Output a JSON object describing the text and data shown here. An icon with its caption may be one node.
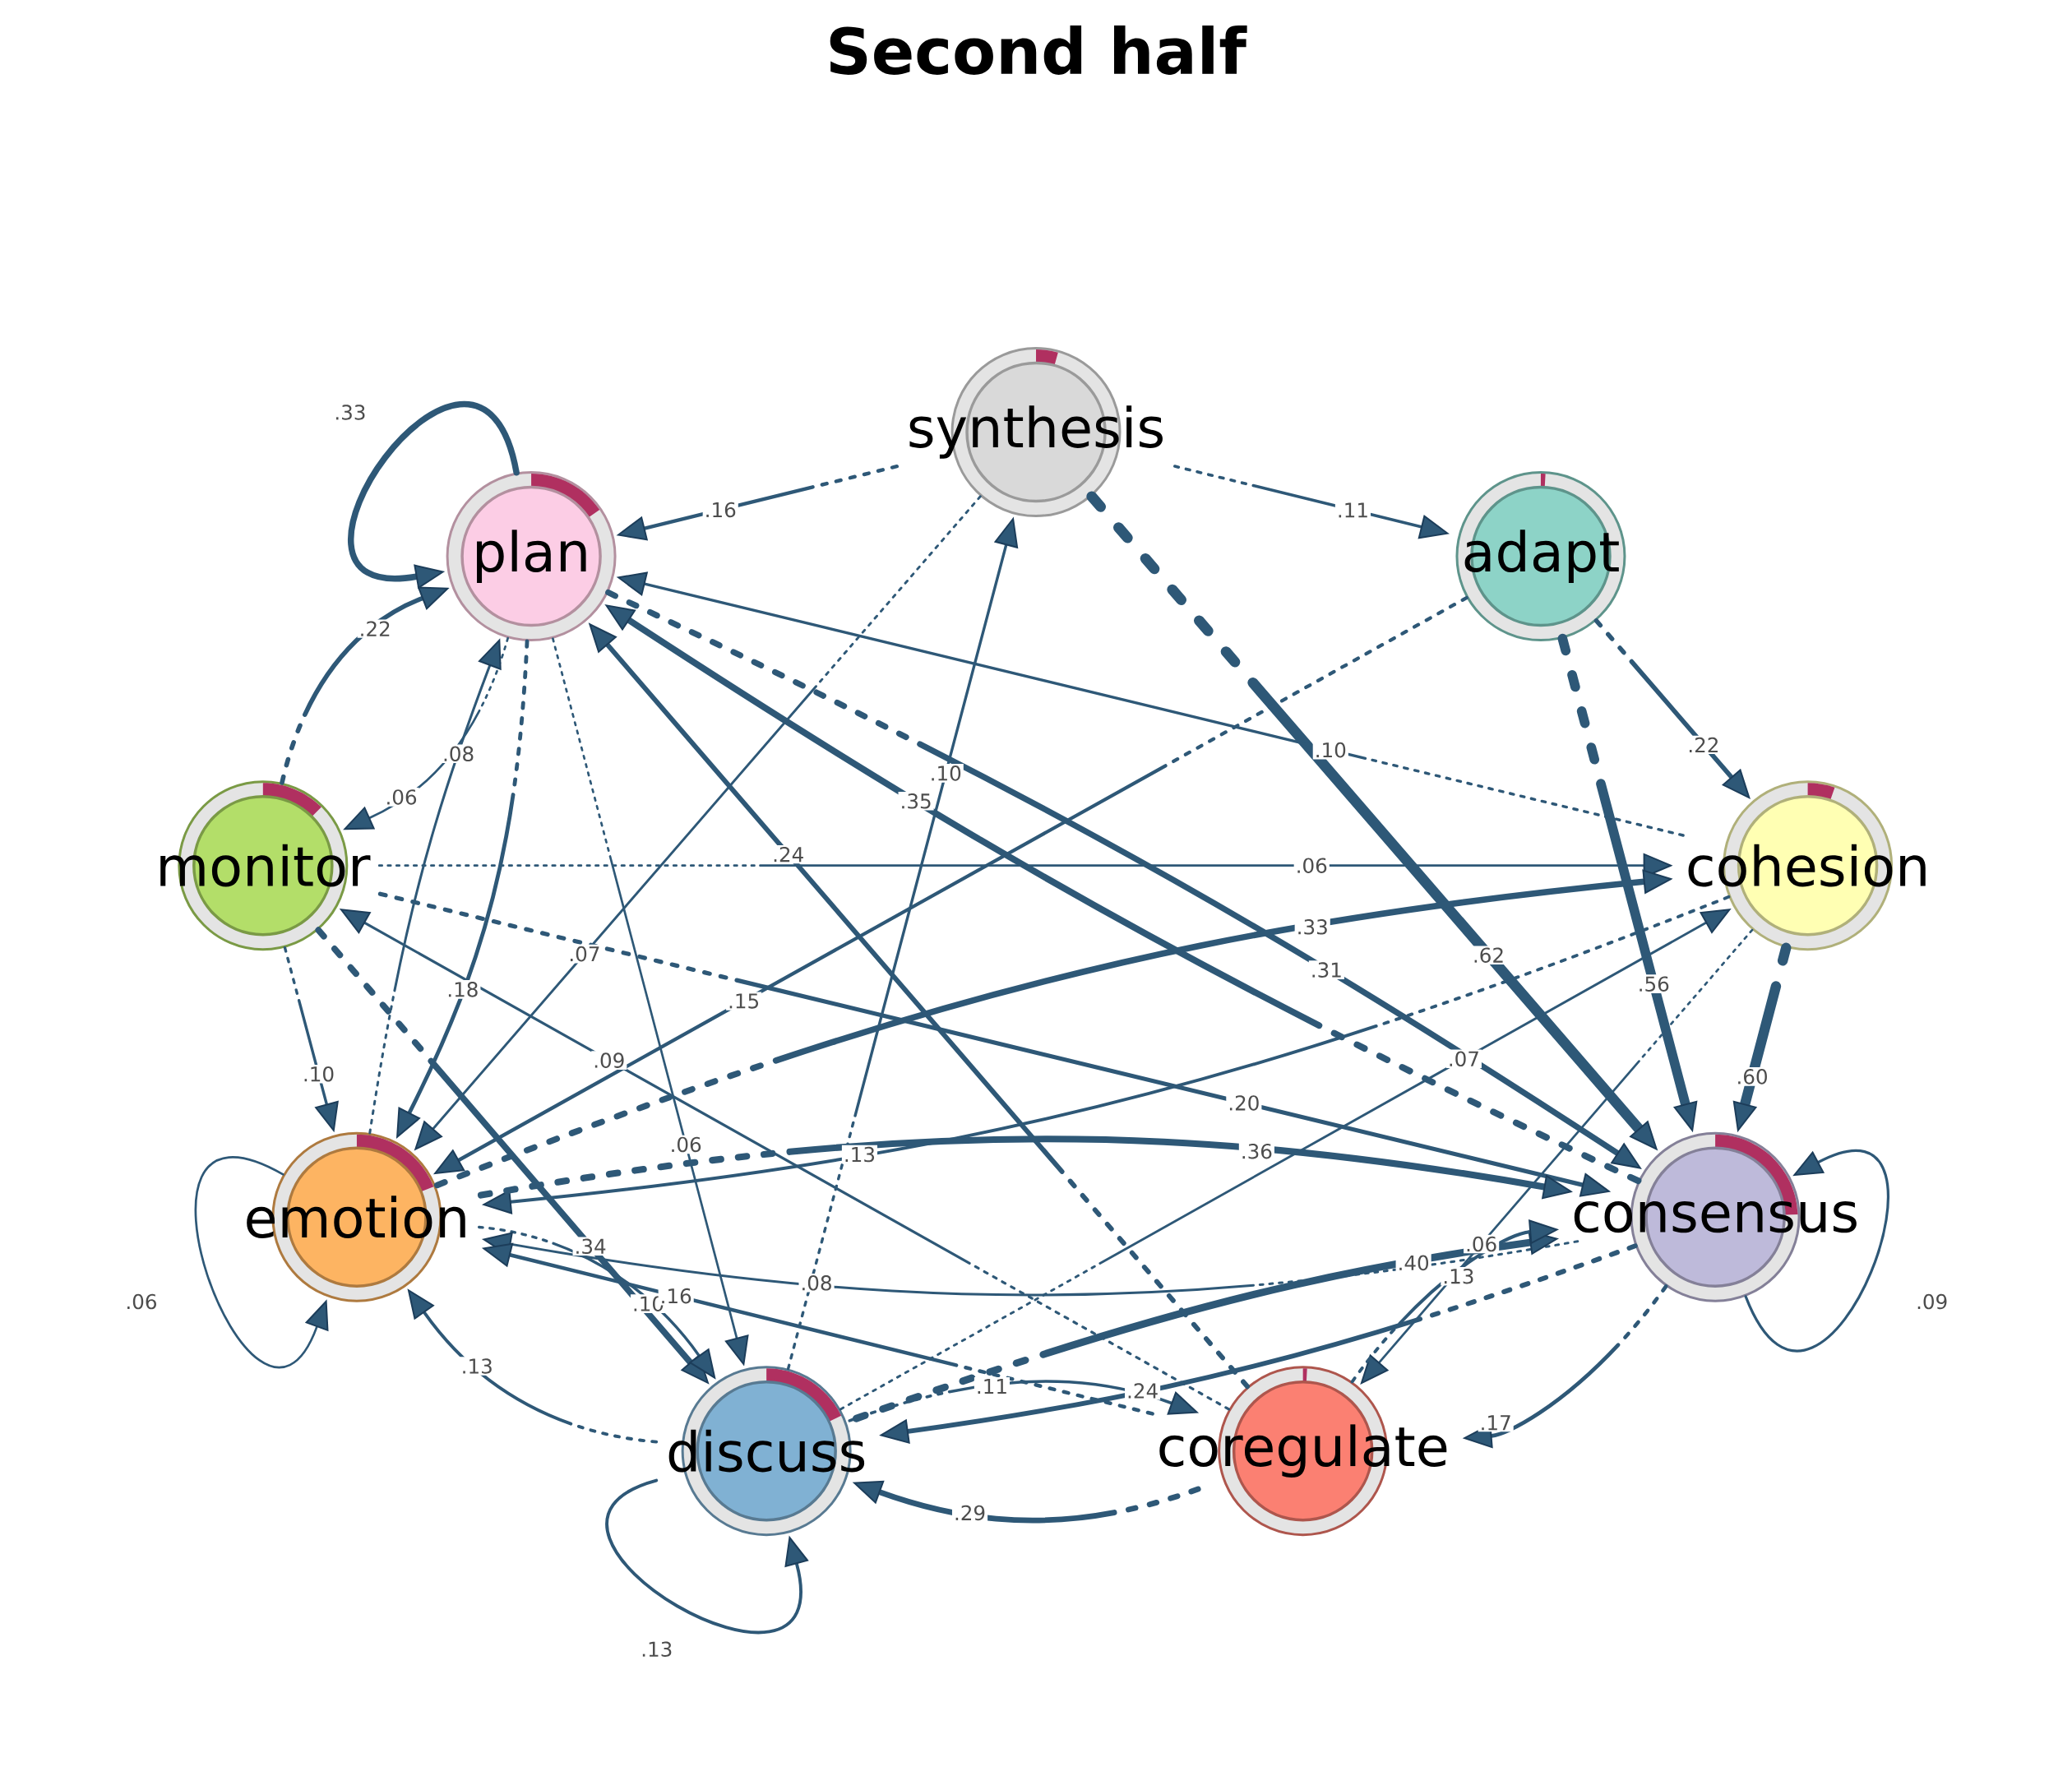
{
  "diagram": {
    "title": "Second half",
    "nodes": [
      {
        "text": [
          "synthesis"
        ]
      },
      {
        "text": [
          "plan"
        ]
      },
      {
        "text": [
          "adapt"
        ]
      },
      {
        "text": [
          "monitor"
        ]
      },
      {
        "text": [
          "cohesion"
        ]
      },
      {
        "text": [
          "emotion"
        ]
      },
      {
        "text": [
          "consensus"
        ]
      },
      {
        "text": [
          "discuss"
        ]
      },
      {
        "text": [
          "coregulate"
        ]
      }
    ],
    "edges": [
      {
        "from": 0,
        "to": 1,
        "arrow": "to",
        "label": ".16",
        "style": "dashed"
      },
      {
        "from": 0,
        "to": 2,
        "arrow": "to",
        "label": ".11",
        "style": "dashed"
      },
      {
        "from": 0,
        "to": 6,
        "arrow": "to",
        "label": ".62",
        "style": "dashed"
      },
      {
        "from": 0,
        "to": 5,
        "arrow": "to",
        "label": ".07",
        "style": "dashed"
      },
      {
        "from": 1,
        "to": 1,
        "arrow": "to",
        "label": ".33"
      },
      {
        "from": 1,
        "to": 3,
        "arrow": "to",
        "label": ".06",
        "style": "dashed"
      },
      {
        "from": 1,
        "to": 5,
        "arrow": "to",
        "label": ".18",
        "style": "dashed"
      },
      {
        "from": 1,
        "to": 7,
        "arrow": "to",
        "label": ".06",
        "style": "dashed"
      },
      {
        "from": 1,
        "to": 6,
        "arrow": "to",
        "label": ".31",
        "style": "dashed"
      },
      {
        "from": 2,
        "to": 4,
        "arrow": "to",
        "label": ".22",
        "style": "dashed"
      },
      {
        "from": 2,
        "to": 6,
        "arrow": "to",
        "label": ".56",
        "style": "dashed"
      },
      {
        "from": 2,
        "to": 5,
        "arrow": "to",
        "label": ".15",
        "style": "dashed"
      },
      {
        "from": 3,
        "to": 1,
        "arrow": "to",
        "label": ".22",
        "style": "dashed"
      },
      {
        "from": 3,
        "to": 5,
        "arrow": "to",
        "label": ".10",
        "style": "dashed"
      },
      {
        "from": 3,
        "to": 7,
        "arrow": "to",
        "label": ".34",
        "style": "dashed"
      },
      {
        "from": 3,
        "to": 6,
        "arrow": "to",
        "label": ".20",
        "style": "dashed"
      },
      {
        "from": 3,
        "to": 4,
        "arrow": "to",
        "label": ".06",
        "style": "dashed"
      },
      {
        "from": 4,
        "to": 6,
        "arrow": "to",
        "label": ".60",
        "style": "dashed"
      },
      {
        "from": 4,
        "to": 1,
        "arrow": "to",
        "label": ".10",
        "style": "dashed"
      },
      {
        "from": 4,
        "to": 5,
        "arrow": "to",
        "label": ".13",
        "style": "dashed"
      },
      {
        "from": 4,
        "to": 8,
        "arrow": "to",
        "label": ".06",
        "style": "dashed"
      },
      {
        "from": 5,
        "to": 5,
        "arrow": "to",
        "label": ".06"
      },
      {
        "from": 5,
        "to": 1,
        "arrow": "to",
        "label": ".08",
        "style": "dashed"
      },
      {
        "from": 5,
        "to": 4,
        "arrow": "to",
        "label": ".33",
        "style": "dashed"
      },
      {
        "from": 5,
        "to": 6,
        "arrow": "to",
        "label": ".36",
        "style": "dashed"
      },
      {
        "from": 5,
        "to": 7,
        "arrow": "to",
        "label": ".10",
        "style": "dashed"
      },
      {
        "from": 6,
        "to": 6,
        "arrow": "to",
        "label": ".09"
      },
      {
        "from": 6,
        "to": 1,
        "arrow": "to",
        "label": ".35",
        "style": "dashed"
      },
      {
        "from": 6,
        "to": 5,
        "arrow": "to",
        "label": ".08",
        "style": "dashed"
      },
      {
        "from": 6,
        "to": 7,
        "arrow": "to",
        "label": ".24",
        "style": "dashed"
      },
      {
        "from": 6,
        "to": 8,
        "arrow": "to",
        "label": ".17",
        "style": "dashed"
      },
      {
        "from": 7,
        "to": 7,
        "arrow": "to",
        "label": ".13"
      },
      {
        "from": 7,
        "to": 0,
        "arrow": "to",
        "label": ".10",
        "style": "dashed"
      },
      {
        "from": 7,
        "to": 6,
        "arrow": "to",
        "label": ".40",
        "style": "dashed"
      },
      {
        "from": 7,
        "to": 8,
        "arrow": "to",
        "label": ".11",
        "style": "dashed"
      },
      {
        "from": 7,
        "to": 4,
        "arrow": "to",
        "label": ".07",
        "style": "dashed"
      },
      {
        "from": 7,
        "to": 5,
        "arrow": "to",
        "label": ".13",
        "style": "dashed"
      },
      {
        "from": 8,
        "to": 3,
        "arrow": "to",
        "label": ".09",
        "style": "dashed"
      },
      {
        "from": 8,
        "to": 1,
        "arrow": "to",
        "label": ".24",
        "style": "dashed"
      },
      {
        "from": 8,
        "to": 6,
        "arrow": "to",
        "label": ".13",
        "style": "dashed"
      },
      {
        "from": 8,
        "to": 7,
        "arrow": "to",
        "label": ".29",
        "style": "dashed"
      },
      {
        "from": 8,
        "to": 5,
        "arrow": "to",
        "label": ".16",
        "style": "dashed"
      }
    ]
  }
}
